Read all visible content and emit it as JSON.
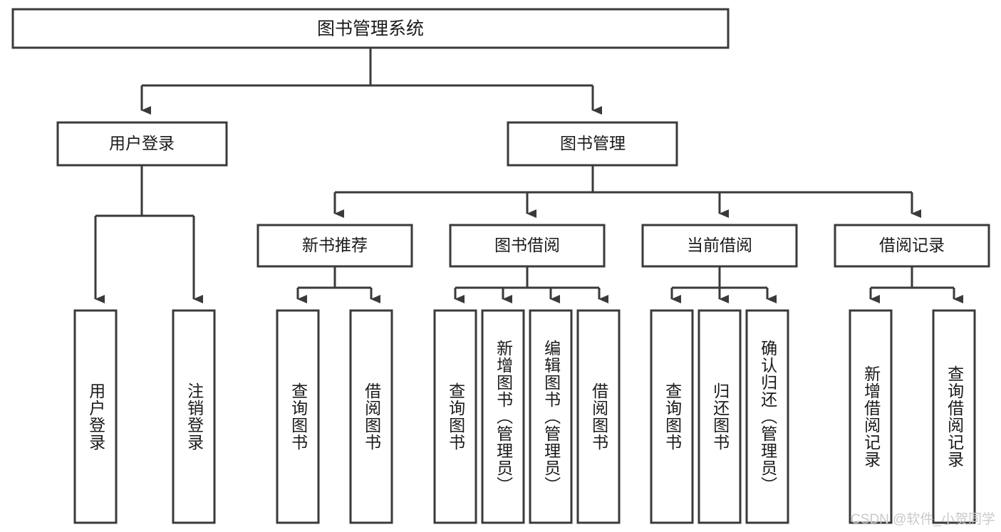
{
  "diagram": {
    "type": "tree-hierarchy-chart",
    "title": "图书管理系统",
    "watermark": "CSDN @软件_小贺同学",
    "colors": {
      "stroke": "#3a3a3a",
      "fill": "#ffffff",
      "text": "#1a1a1a",
      "watermark": "#c9c9c9"
    },
    "nodes": {
      "root": {
        "label": "图书管理系统",
        "level": 1
      },
      "level2": [
        {
          "id": "user-login",
          "label": "用户登录"
        },
        {
          "id": "book-management",
          "label": "图书管理"
        }
      ],
      "level3": [
        {
          "id": "new-book-recommend",
          "label": "新书推荐",
          "parent": "book-management"
        },
        {
          "id": "book-borrow",
          "label": "图书借阅",
          "parent": "book-management"
        },
        {
          "id": "current-borrow",
          "label": "当前借阅",
          "parent": "book-management"
        },
        {
          "id": "borrow-record",
          "label": "借阅记录",
          "parent": "book-management"
        }
      ],
      "leaves": [
        {
          "id": "leaf-user-login",
          "label": "用户登录",
          "parent": "user-login"
        },
        {
          "id": "leaf-logout",
          "label": "注销登录",
          "parent": "user-login"
        },
        {
          "id": "leaf-query-book-1",
          "label": "查询图书",
          "parent": "new-book-recommend"
        },
        {
          "id": "leaf-borrow-book-1",
          "label": "借阅图书",
          "parent": "new-book-recommend"
        },
        {
          "id": "leaf-query-book-2",
          "label": "查询图书",
          "parent": "book-borrow"
        },
        {
          "id": "leaf-add-book",
          "label": "新增图书（管理员）",
          "parent": "book-borrow"
        },
        {
          "id": "leaf-edit-book",
          "label": "编辑图书（管理员）",
          "parent": "book-borrow"
        },
        {
          "id": "leaf-borrow-book-2",
          "label": "借阅图书",
          "parent": "book-borrow"
        },
        {
          "id": "leaf-query-book-3",
          "label": "查询图书",
          "parent": "current-borrow"
        },
        {
          "id": "leaf-return-book",
          "label": "归还图书",
          "parent": "current-borrow"
        },
        {
          "id": "leaf-confirm-return",
          "label": "确认归还（管理员）",
          "parent": "current-borrow"
        },
        {
          "id": "leaf-add-record",
          "label": "新增借阅记录",
          "parent": "borrow-record"
        },
        {
          "id": "leaf-query-record",
          "label": "查询借阅记录",
          "parent": "borrow-record"
        }
      ]
    }
  }
}
